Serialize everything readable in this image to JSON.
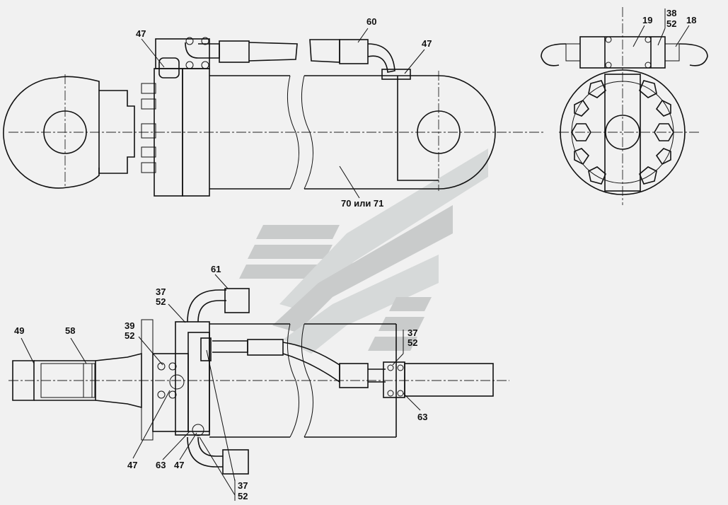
{
  "colors": {
    "background": "#f1f1f1",
    "ink": "#111111",
    "watermark": "#c9cbcb"
  },
  "labels": {
    "top_47_left": "47",
    "top_60": "60",
    "top_47_right": "47",
    "top_70_71": "70 или 71",
    "side_19": "19",
    "side_38": "38",
    "side_52": "52",
    "side_18": "18",
    "bot_61": "61",
    "bot_37_a": "37",
    "bot_52_a": "52",
    "bot_39": "39",
    "bot_52_b": "52",
    "bot_49": "49",
    "bot_58": "58",
    "bot_37_b": "37",
    "bot_52_c": "52",
    "bot_63_right": "63",
    "bot_47_left": "47",
    "bot_63_left": "63",
    "bot_47_mid": "47",
    "bot_37_c": "37",
    "bot_52_d": "52"
  }
}
